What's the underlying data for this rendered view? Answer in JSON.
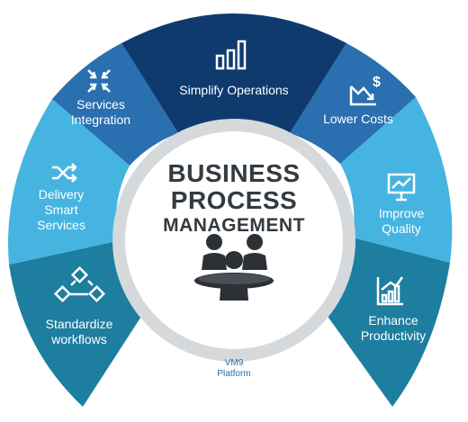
{
  "colors": {
    "navy": "#0f3a6e",
    "blue": "#2a6fb0",
    "sky": "#46b4e0",
    "teal": "#1d7ea0",
    "ring": "#d6d9dc",
    "center_text": "#333a40",
    "icon_dark": "#2d3136"
  },
  "segments": [
    {
      "name": "simplify-operations",
      "label_lines": [
        "Simplify Operations"
      ],
      "icon": "bar-chart-icon"
    },
    {
      "name": "lower-costs",
      "label_lines": [
        "Lower Costs"
      ],
      "icon": "declining-cost-icon"
    },
    {
      "name": "improve-quality",
      "label_lines": [
        "Improve",
        "Quality"
      ],
      "icon": "presentation-board-icon"
    },
    {
      "name": "enhance-productivity",
      "label_lines": [
        "Enhance",
        "Productivity"
      ],
      "icon": "growth-chart-icon"
    },
    {
      "name": "standardize-workflows",
      "label_lines": [
        "Standardize",
        "workflows"
      ],
      "icon": "workflow-diagram-icon"
    },
    {
      "name": "delivery-smart-services",
      "label_lines": [
        "Delivery",
        "Smart",
        "Services"
      ],
      "icon": "shuffle-arrows-icon"
    },
    {
      "name": "services-integration",
      "label_lines": [
        "Services",
        "Integration"
      ],
      "icon": "converging-arrows-icon"
    }
  ],
  "center": {
    "title_line1": "BUSINESS",
    "title_line2": "PROCESS",
    "title_line3": "MANAGEMENT",
    "icon": "business-team-meeting-icon"
  },
  "footer": {
    "line1": "VM9",
    "line2": "Platform"
  }
}
